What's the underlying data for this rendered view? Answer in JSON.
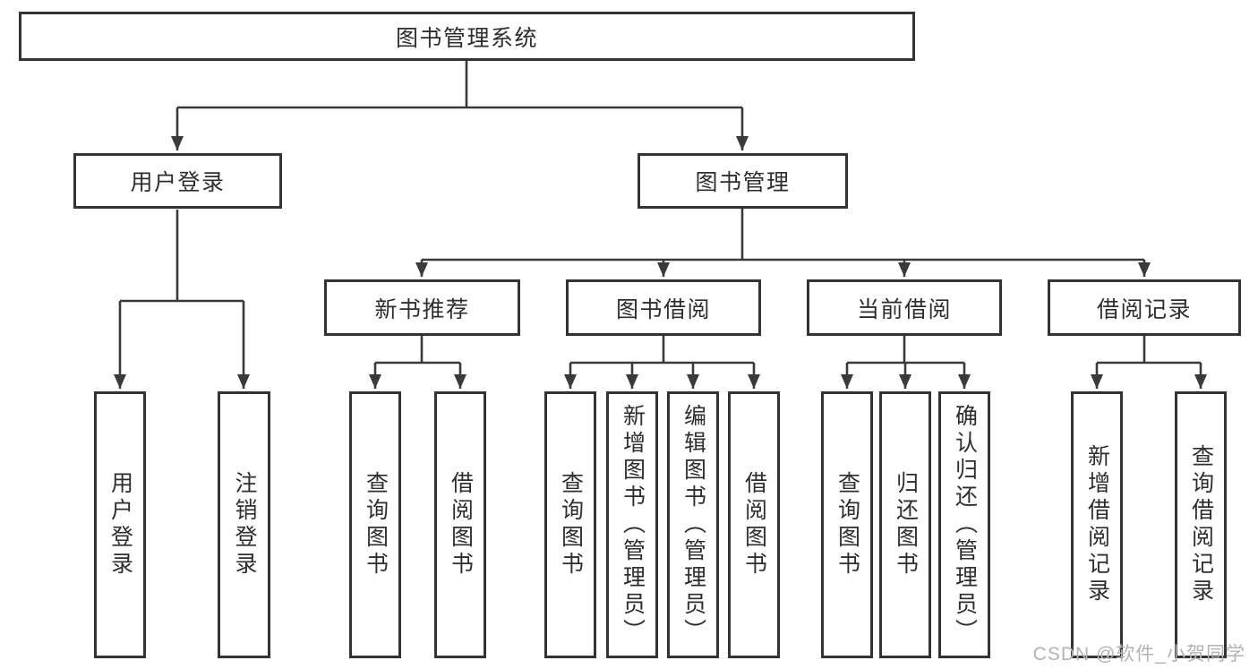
{
  "colors": {
    "line": "#3a3a3a",
    "border": "#333333",
    "text": "#2e2e2e",
    "background": "#ffffff",
    "watermark": "#b3b3b3"
  },
  "watermark": "CSDN @软件_小贺同学",
  "tree": {
    "root": {
      "label": "图书管理系统"
    },
    "branches": [
      {
        "label": "用户登录",
        "children": [
          {
            "label": "用户登录"
          },
          {
            "label": "注销登录"
          }
        ]
      },
      {
        "label": "图书管理",
        "children": [
          {
            "label": "新书推荐",
            "children": [
              {
                "label": "查询图书"
              },
              {
                "label": "借阅图书"
              }
            ]
          },
          {
            "label": "图书借阅",
            "children": [
              {
                "label": "查询图书"
              },
              {
                "label": "新增图书（管理员）"
              },
              {
                "label": "编辑图书（管理员）"
              },
              {
                "label": "借阅图书"
              }
            ]
          },
          {
            "label": "当前借阅",
            "children": [
              {
                "label": "查询图书"
              },
              {
                "label": "归还图书"
              },
              {
                "label": "确认归还（管理员）"
              }
            ]
          },
          {
            "label": "借阅记录",
            "children": [
              {
                "label": "新增借阅记录"
              },
              {
                "label": "查询借阅记录"
              }
            ]
          }
        ]
      }
    ]
  }
}
